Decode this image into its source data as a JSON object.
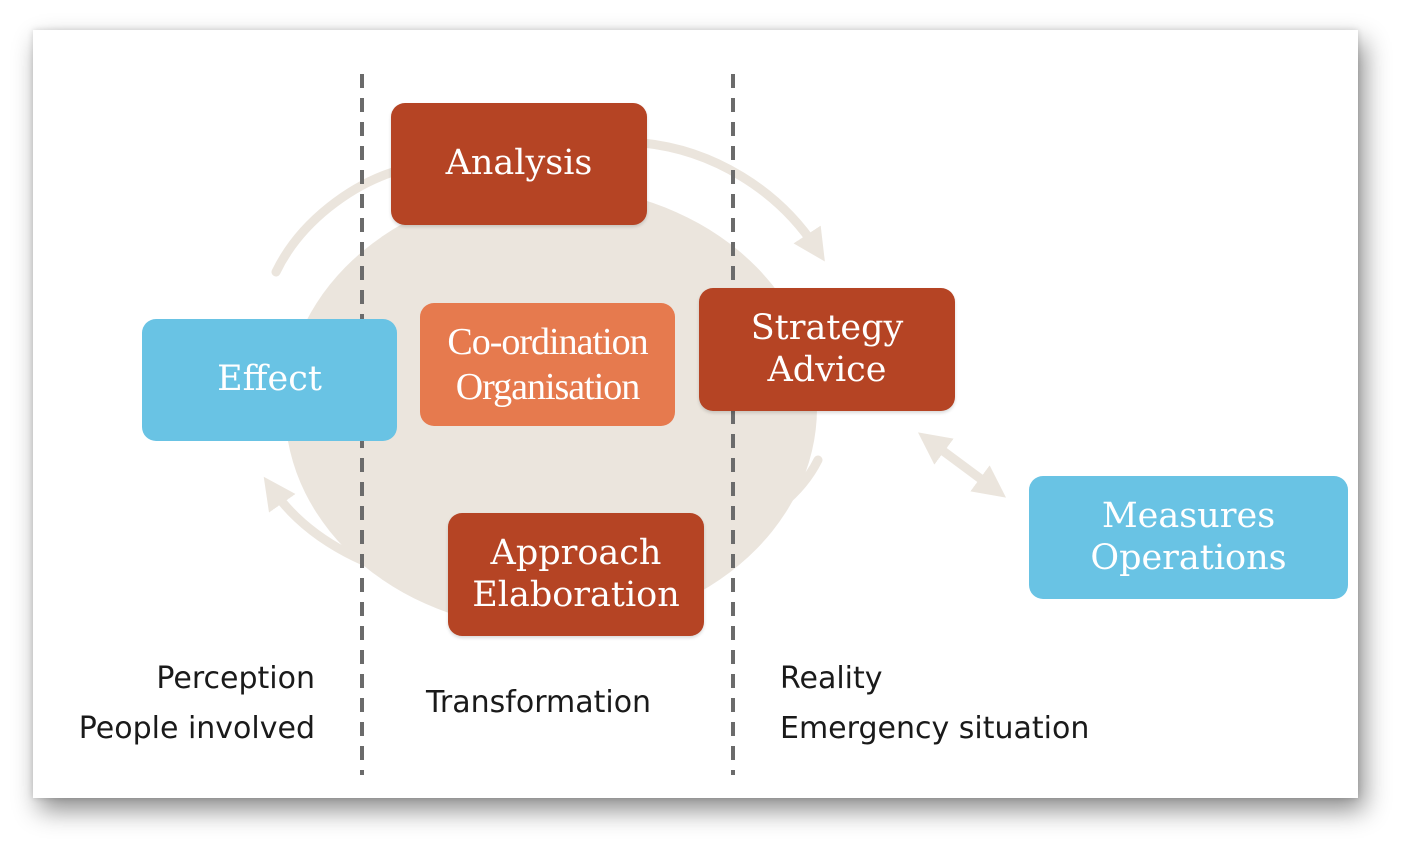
{
  "colors": {
    "dark_box": "#b54424",
    "light_orange_box": "#e67a4e",
    "blue_box": "#69c3e4",
    "ellipse": "#ebe5dd",
    "arrow": "#ebe5dd",
    "divider": "#6b6b6b"
  },
  "boxes": {
    "analysis": {
      "line1": "Analysis"
    },
    "coordination": {
      "line1": "Co-ordination",
      "line2": "Organisation"
    },
    "strategy": {
      "line1": "Strategy",
      "line2": "Advice"
    },
    "effect": {
      "line1": "Effect"
    },
    "approach": {
      "line1": "Approach",
      "line2": "Elaboration"
    },
    "measures": {
      "line1": "Measures",
      "line2": "Operations"
    }
  },
  "captions": {
    "left": {
      "line1": "Perception",
      "line2": "People involved"
    },
    "middle": {
      "line1": "Transformation"
    },
    "right": {
      "line1": "Reality",
      "line2": "Emergency situation"
    }
  }
}
